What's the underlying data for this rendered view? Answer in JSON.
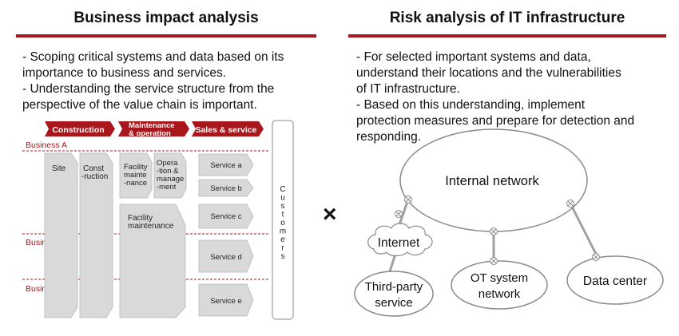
{
  "left_panel": {
    "title": "Business impact analysis",
    "description": [
      "- Scoping   critical systems and data based on its",
      "importance to business and services.",
      "- Understanding the service structure from the",
      "perspective of the value chain is important."
    ],
    "stages": [
      "Construction",
      "Maintenance",
      "& operation",
      "Sales & service"
    ],
    "businesses": [
      "Business A",
      "Business B",
      "Business C"
    ],
    "columns": {
      "site": "Site",
      "construction": [
        "Const",
        "-ruction"
      ],
      "facility_maintenance_top": [
        "Facility",
        "mainte",
        "-nance"
      ],
      "operation_management": [
        "Opera",
        "-tion &",
        "manage",
        "-ment"
      ],
      "facility_maintenance_bottom": [
        "Facility",
        "maintenance"
      ]
    },
    "services": [
      "Service a",
      "Service b",
      "Service c",
      "Service d",
      "Service e"
    ],
    "customers": "Customers",
    "accent_color": "#a8171c"
  },
  "operator": "×",
  "right_panel": {
    "title": "Risk analysis of IT infrastructure",
    "description": [
      "- For selected important systems and data,",
      "understand their locations and the vulnerabilities",
      "of IT infrastructure.",
      "- Based on this understanding, implement",
      "protection measures and prepare for detection and",
      "responding."
    ],
    "nodes": {
      "internal_network": "Internal network",
      "internet": "Internet",
      "third_party": [
        "Third-party",
        "service"
      ],
      "ot_system": [
        "OT system",
        "network"
      ],
      "data_center": "Data center"
    }
  }
}
